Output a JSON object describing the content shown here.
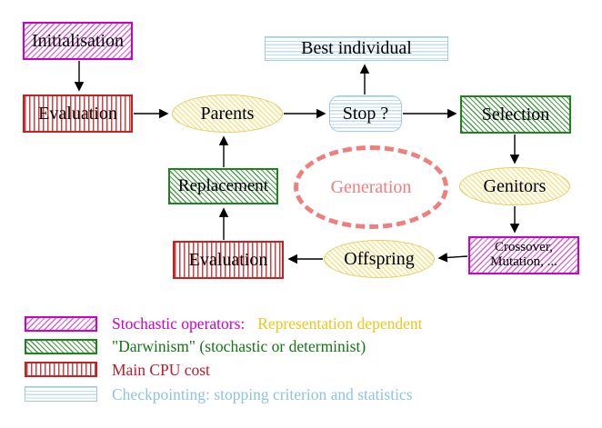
{
  "diagram": {
    "title": "Evolutionary algorithm generation loop",
    "nodes": {
      "initialisation": {
        "label": "Initialisation",
        "style": "stochastic-operator"
      },
      "evaluation_top": {
        "label": "Evaluation",
        "style": "main-cpu-cost"
      },
      "best_individual": {
        "label": "Best individual",
        "style": "checkpointing"
      },
      "parents": {
        "label": "Parents",
        "style": "population"
      },
      "stop": {
        "label": "Stop ?",
        "style": "checkpointing"
      },
      "selection": {
        "label": "Selection",
        "style": "darwinism"
      },
      "replacement": {
        "label": "Replacement",
        "style": "darwinism"
      },
      "generation": {
        "label": "Generation",
        "style": "loop-annotation"
      },
      "genitors": {
        "label": "Genitors",
        "style": "population"
      },
      "evaluation_bottom": {
        "label": "Evaluation",
        "style": "main-cpu-cost"
      },
      "offspring": {
        "label": "Offspring",
        "style": "population"
      },
      "crossover_mutation": {
        "label_line1": "Crossover,",
        "label_line2": "Mutation, ...",
        "style": "stochastic-operator"
      }
    },
    "edges": [
      {
        "from": "initialisation",
        "to": "evaluation_top"
      },
      {
        "from": "evaluation_top",
        "to": "parents"
      },
      {
        "from": "parents",
        "to": "stop"
      },
      {
        "from": "stop",
        "to": "best_individual"
      },
      {
        "from": "stop",
        "to": "selection"
      },
      {
        "from": "selection",
        "to": "genitors"
      },
      {
        "from": "genitors",
        "to": "crossover_mutation"
      },
      {
        "from": "crossover_mutation",
        "to": "offspring"
      },
      {
        "from": "offspring",
        "to": "evaluation_bottom"
      },
      {
        "from": "evaluation_bottom",
        "to": "replacement"
      },
      {
        "from": "replacement",
        "to": "parents"
      }
    ],
    "legend": {
      "rows": [
        {
          "swatch": "stochastic-operators",
          "label": "Stochastic operators:",
          "label2": "Representation dependent"
        },
        {
          "swatch": "darwinism",
          "label": "\"Darwinism\" (stochastic or determinist)"
        },
        {
          "swatch": "main-cpu-cost",
          "label": "Main CPU cost"
        },
        {
          "swatch": "checkpointing",
          "label": "Checkpointing: stopping criterion and statistics"
        }
      ]
    },
    "colors": {
      "magenta": "#cc00cc",
      "green": "#1e821e",
      "crimson": "#c42222",
      "light_blue": "#a0cade",
      "light_blue_text": "#8fc3e0",
      "yellow": "#e3cf6a",
      "gold_text": "#eac81e",
      "salmon": "#ef7e7e",
      "arrow": "#000000"
    }
  }
}
